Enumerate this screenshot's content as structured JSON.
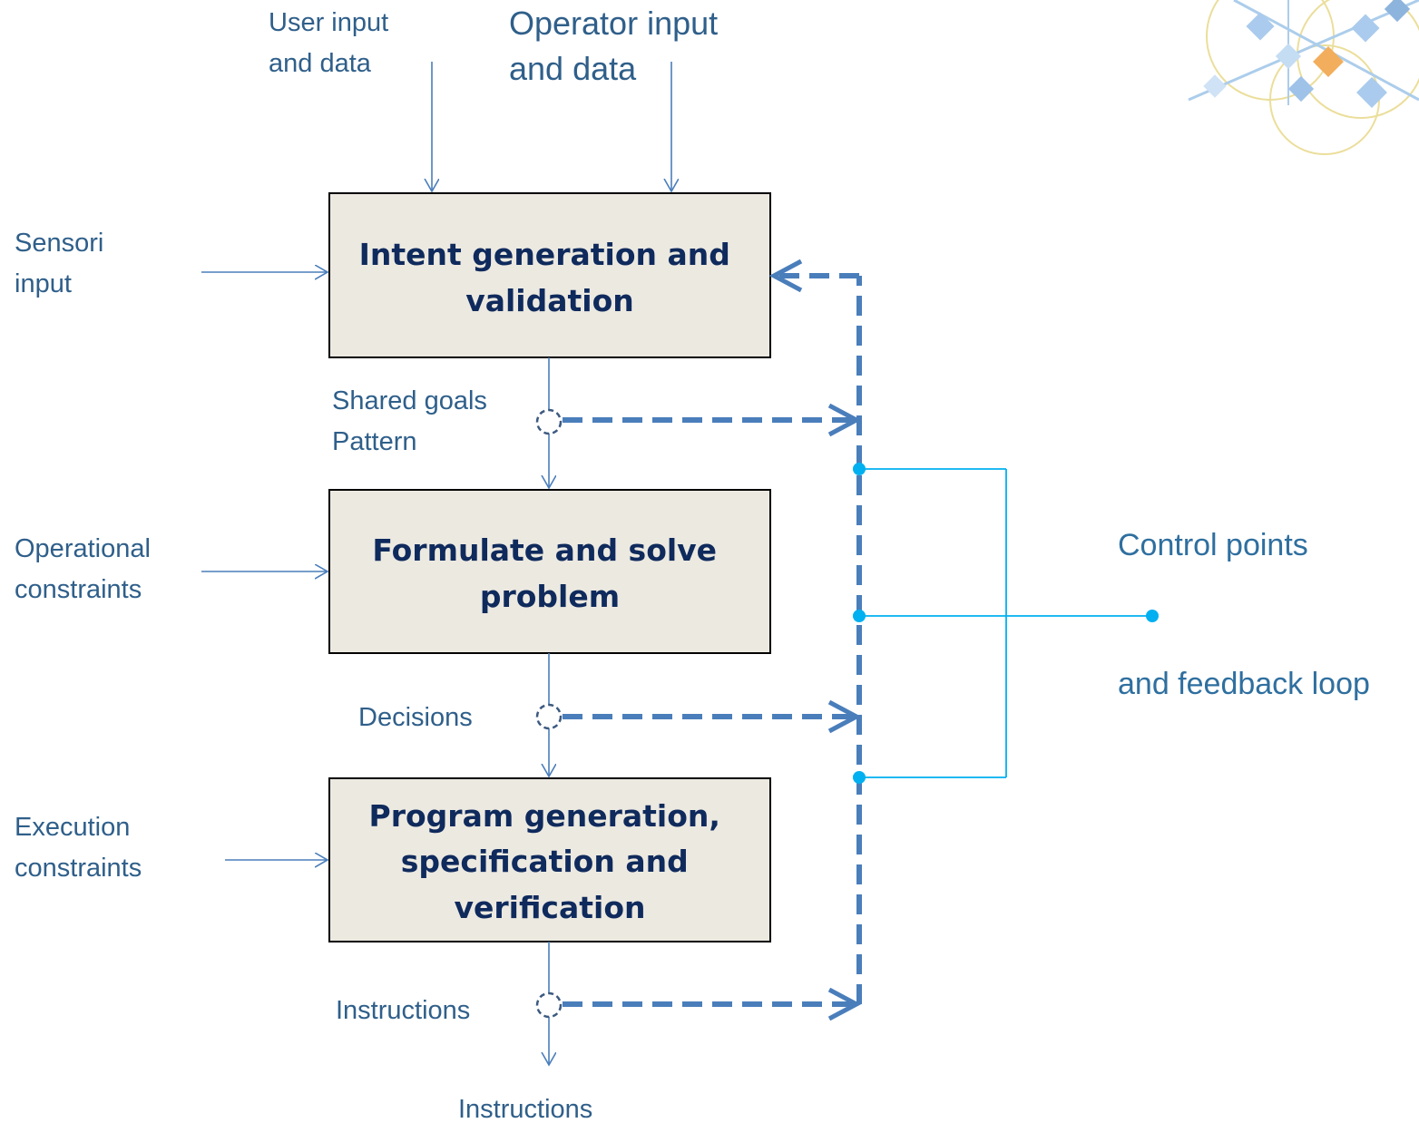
{
  "inputs": {
    "user": [
      "User input",
      "and data"
    ],
    "operator": [
      "Operator input",
      "and data"
    ],
    "sensori": [
      "Sensori",
      "input"
    ],
    "operational": [
      "Operational",
      "constraints"
    ],
    "execution": [
      "Execution",
      "constraints"
    ]
  },
  "boxes": {
    "intent": [
      "Intent generation and",
      "validation"
    ],
    "formulate": [
      "Formulate and solve",
      "problem"
    ],
    "program": [
      "Program generation,",
      "specification and",
      "verification"
    ]
  },
  "outputs": {
    "shared": [
      "Shared goals",
      "Pattern"
    ],
    "decisions": "Decisions",
    "instructions_mid": "Instructions",
    "instructions_bottom": "Instructions"
  },
  "legend": {
    "line1": "Control points",
    "line2": "and feedback loop"
  },
  "colors": {
    "box_fill": "#ece9e1",
    "box_border": "#000000",
    "arrow": "#4a7ebb",
    "dashed": "#4a7ebb",
    "control": "#00b0f0",
    "box_text": "#0f2a5c"
  }
}
